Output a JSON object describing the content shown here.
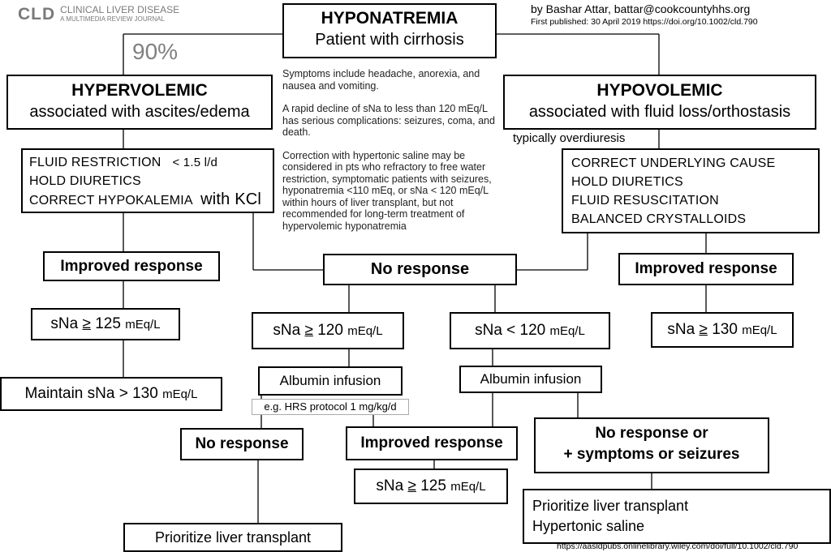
{
  "logo": {
    "abbr": "CLD",
    "line1": "CLINICAL LIVER DISEASE",
    "line2": "A MULTIMEDIA REVIEW JOURNAL"
  },
  "credits": {
    "author": "by Bashar Attar, battar@cookcountyhhs.org",
    "published": "First published: 30 April 2019 https://doi.org/10.1002/cld.790"
  },
  "top": {
    "title": "HYPONATREMIA",
    "subtitle": "Patient with cirrhosis"
  },
  "percent": "90%",
  "notes": {
    "p1": "Symptoms include headache, anorexia, and nausea and vomiting.",
    "p2": "A rapid decline of sNa to less than 120 mEq/L has serious complications:  seizures, coma, and death.",
    "p3": "Correction with hypertonic saline may be considered in pts who refractory to free water restriction, symptomatic patients with seizures, hyponatremia <110 mEq, or sNa < 120 mEq/L within hours of liver transplant, but not recommended for long-term treatment of hypervolemic hyponatremia"
  },
  "hyper": {
    "title": "HYPERVOLEMIC",
    "subtitle": "associated with ascites/edema",
    "t1a": "FLUID RESTRICTION",
    "t1b": "< 1.5 l/d",
    "t2": "HOLD DIURETICS",
    "t3a": "CORRECT HYPOKALEMIA",
    "t3b": "with KCl",
    "improved": "Improved response",
    "sna_a": "sNa",
    "sna_ge": "≥",
    "sna_b": "125",
    "sna_unit": "mEq/L",
    "maintain": "Maintain sNa > 130",
    "maintain_unit": "mEq/L"
  },
  "hypo": {
    "title": "HYPOVOLEMIC",
    "subtitle": "associated with fluid loss/orthostasis",
    "typically": "typically overdiuresis",
    "t1": "CORRECT UNDERLYING CAUSE",
    "t2": "HOLD DIURETICS",
    "t3": "FLUID RESUSCITATION",
    "t4": "BALANCED CRYSTALLOIDS",
    "improved": "Improved response",
    "sna_a": "sNa",
    "sna_ge": "≥",
    "sna_b": "130",
    "sna_unit": "mEq/L"
  },
  "center": {
    "no_response": "No response",
    "left_sna_a": "sNa",
    "left_sna_ge": "≥",
    "left_sna_b": "120",
    "left_sna_unit": "mEq/L",
    "right_sna": "sNa < 120",
    "right_sna_unit": "mEq/L",
    "albumin_left": "Albumin infusion",
    "albumin_right": "Albumin infusion",
    "hrs": "e.g. HRS protocol 1 mg/kg/d",
    "no_response2": "No response",
    "improved2": "Improved response",
    "sna3_a": "sNa",
    "sna3_ge": "≥",
    "sna3_b": "125",
    "sna3_unit": "mEq/L",
    "noresp_sym1": "No response or",
    "noresp_sym2": "+ symptoms or seizures",
    "prioritize_left": "Prioritize liver transplant",
    "prioritize_right1": "Prioritize liver transplant",
    "prioritize_right2": "Hypertonic saline"
  },
  "footer": {
    "url": "https://aasldpubs.onlinelibrary.wiley.com/doi/full/10.1002/cld.790"
  }
}
